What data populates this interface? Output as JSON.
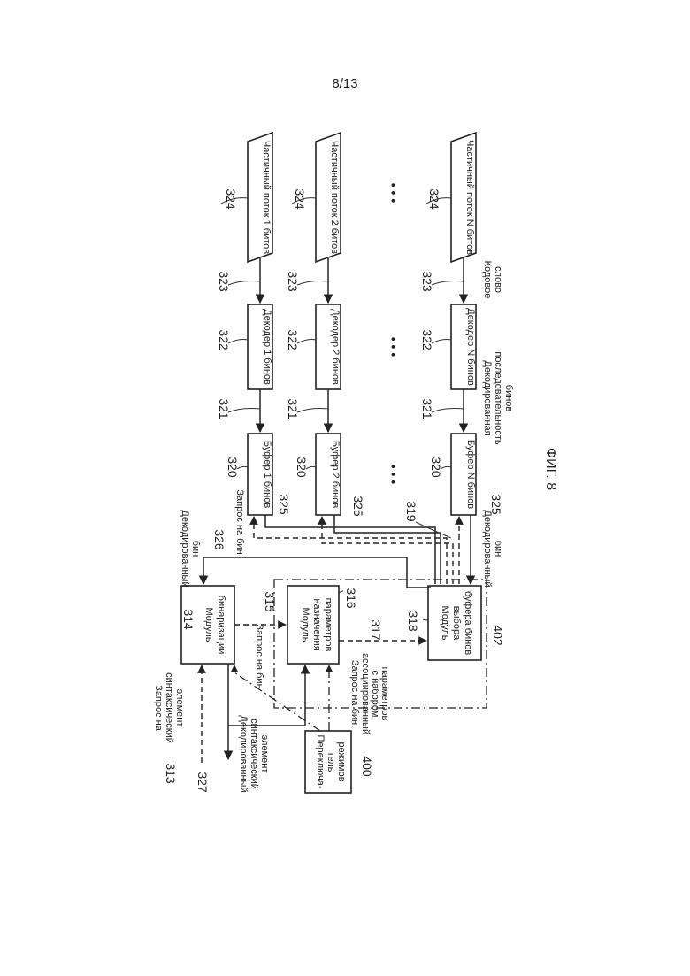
{
  "page_number": "8/13",
  "figure_label": "ФИГ. 8",
  "blocks": {
    "binarizer_l1": "Модуль",
    "binarizer_l2": "бинаризации",
    "param_l1": "Модуль",
    "param_l2": "назначения",
    "param_l3": "параметров",
    "selector_l1": "Модуль",
    "selector_l2": "выбора",
    "selector_l3": "буфера бинов",
    "mode_l1": "Переключа-",
    "mode_l2": "тель",
    "mode_l3": "режимов",
    "buffer1": "Буфер 1 бинов",
    "buffer2": "Буфер 2 бинов",
    "bufferN": "Буфер N бинов",
    "decoder1": "Декодер 1 бинов",
    "decoder2": "Декодер 2 бинов",
    "decoderN": "Декодер N бинов",
    "stream1": "Частичный поток 1 битов",
    "stream2": "Частичный поток 2 битов",
    "streamN": "Частичный поток N битов"
  },
  "labels": {
    "req_syntax_l1": "Запрос на",
    "req_syntax_l2": "синтаксический",
    "req_syntax_l3": "элемент",
    "dec_syntax_l1": "Декодированный",
    "dec_syntax_l2": "синтаксический",
    "dec_syntax_l3": "элемент",
    "req_bin_315": "Запрос на бин",
    "req_bin_param_l1": "Запрос на бин,",
    "req_bin_param_l2": "ассоциированный",
    "req_bin_param_l3": "с набором",
    "req_bin_param_l4": "параметров",
    "dec_bin_326_l1": "Декодированный",
    "dec_bin_326_l2": "бин",
    "req_bin_325": "Запрос на бин",
    "dec_bin_lower_l1": "Декодированный",
    "dec_bin_lower_l2": "бин",
    "dec_seq_l1": "Декодированная",
    "dec_seq_l2": "последовательность",
    "dec_seq_l3": "бинов",
    "codeword_l1": "Кодовое",
    "codeword_l2": "слово",
    "ellipsis": "• • •"
  },
  "refs": {
    "r313": "313",
    "r314": "314",
    "r315": "315",
    "r316": "316",
    "r317": "317",
    "r318": "318",
    "r319": "319",
    "r320": "320",
    "r321": "321",
    "r322": "322",
    "r323": "323",
    "r324": "324",
    "r325": "325",
    "r326": "326",
    "r327": "327",
    "r400": "400",
    "r402": "402"
  }
}
